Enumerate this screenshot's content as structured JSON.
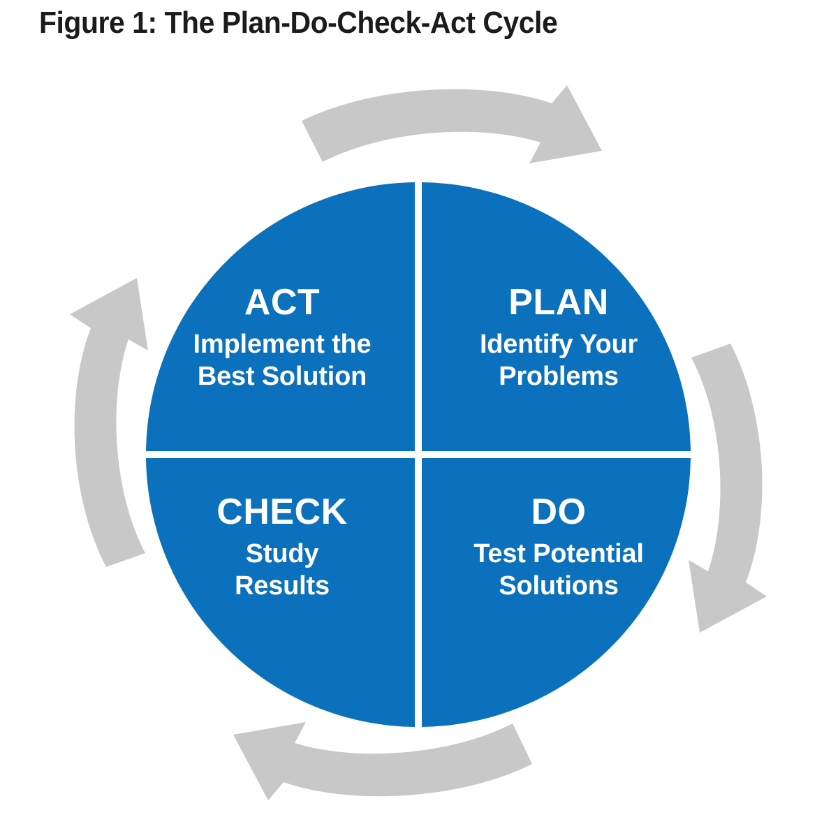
{
  "figure": {
    "title": "Figure 1: The Plan-Do-Check-Act Cycle",
    "diagram_type": "cycle",
    "direction": "clockwise"
  },
  "colors": {
    "wheel_blue": "#0B71BC",
    "arrow_gray": "#C8C8C8",
    "divider_white": "#FFFFFF",
    "title_black": "#1B1B1B",
    "background": "#FFFFFF"
  },
  "wheel": {
    "quadrants": [
      {
        "id": "plan",
        "position": "top-right",
        "title": "PLAN",
        "subtitle_lines": [
          "Identify Your",
          "Problems"
        ],
        "order": 1
      },
      {
        "id": "do",
        "position": "bottom-right",
        "title": "DO",
        "subtitle_lines": [
          "Test Potential",
          "Solutions"
        ],
        "order": 2
      },
      {
        "id": "check",
        "position": "bottom-left",
        "title": "CHECK",
        "subtitle_lines": [
          "Study",
          "Results"
        ],
        "order": 3
      },
      {
        "id": "act",
        "position": "top-left",
        "title": "ACT",
        "subtitle_lines": [
          "Implement the",
          "Best Solution"
        ],
        "order": 4
      }
    ]
  },
  "arrows": [
    {
      "id": "arrow-top",
      "direction": "right",
      "from": "act",
      "to": "plan",
      "icon": "curved-arrow-right-icon"
    },
    {
      "id": "arrow-right",
      "direction": "down",
      "from": "plan",
      "to": "do",
      "icon": "curved-arrow-down-icon"
    },
    {
      "id": "arrow-bottom",
      "direction": "left",
      "from": "do",
      "to": "check",
      "icon": "curved-arrow-left-icon"
    },
    {
      "id": "arrow-left",
      "direction": "up",
      "from": "check",
      "to": "act",
      "icon": "curved-arrow-up-icon"
    }
  ]
}
